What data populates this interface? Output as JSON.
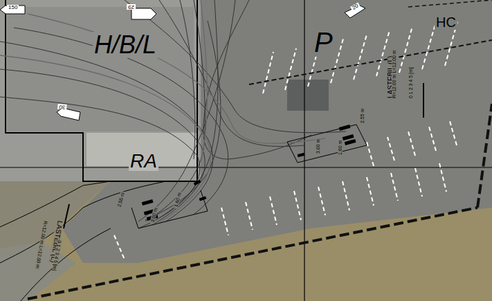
{
  "diagram": {
    "labels": [
      "H/B/L",
      "P",
      "HC",
      "RA",
      "LASTEBIL (L)",
      "R=12.00 m L=12.00 m",
      "0 1 2 3 4 5 [m]",
      "LASTEBIL (L)",
      "R=12.00 m L=12.00 m",
      "0 1 2 3 4 5 [m]",
      "2.55 m",
      "1.60 m",
      "3.00 m",
      "2.55 m",
      "1.60 m",
      "3.00 m",
      "150",
      "29",
      "30",
      "20"
    ]
  }
}
